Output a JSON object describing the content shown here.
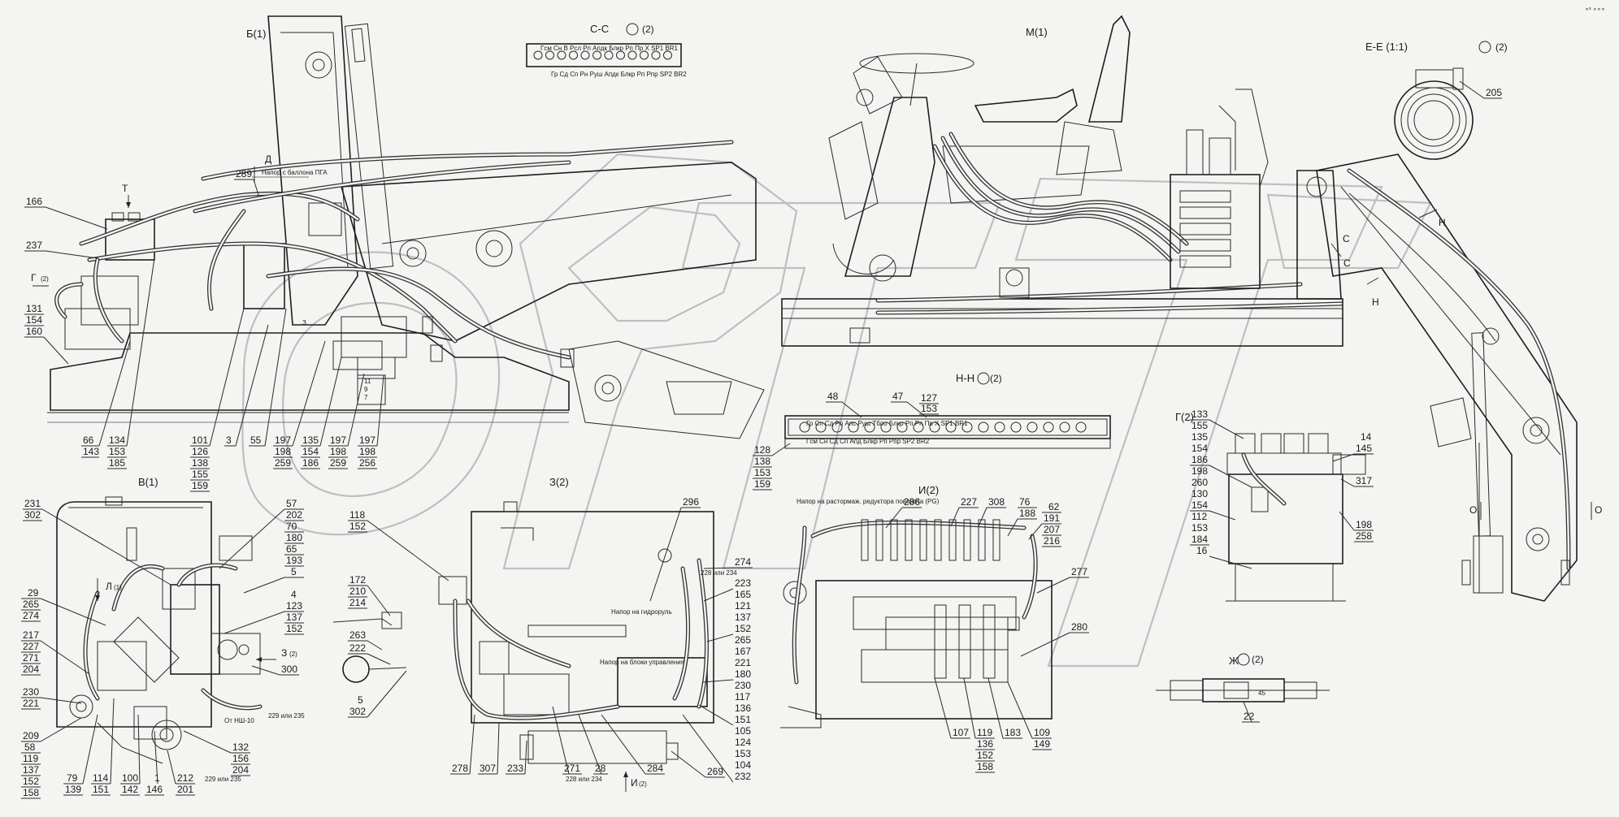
{
  "corner_mark": "∘ˣ ∘∘∘",
  "views": [
    {
      "id": "B",
      "title": "Б(1)"
    },
    {
      "id": "CC",
      "title": "С-С",
      "ref": "(2)"
    },
    {
      "id": "M",
      "title": "М(1)"
    },
    {
      "id": "EE",
      "title": "Е-Е (1:1)",
      "ref": "(2)"
    },
    {
      "id": "V",
      "title": "В(1)"
    },
    {
      "id": "Z",
      "title": "З(2)"
    },
    {
      "id": "NN",
      "title": "Н-Н",
      "ref": "(2)"
    },
    {
      "id": "I",
      "title": "И(2)"
    },
    {
      "id": "G",
      "title": "Г(2)"
    },
    {
      "id": "ZH",
      "title": "Ж",
      "ref": "(2)"
    }
  ],
  "annotations": {
    "from_pg": "Напор с баллона ПГА",
    "to_reducer": "Напор на растормаж. редуктора поворота (PG)",
    "to_hydrorul": "Напор на гидроруль",
    "to_control": "Напор на блоки управления",
    "from_nsh": "От НШ-10",
    "or_229_235_a": "229 или 235",
    "or_229_235_b": "229 или 235",
    "or_228_234_a": "228 или 234",
    "or_228_234_b": "228 или 234"
  },
  "marks": {
    "T": "Т",
    "G": "Г",
    "D": "Д",
    "Z": "З",
    "I": "И",
    "L": "Л",
    "ZH": "Ж",
    "N1": "Н",
    "N2": "Н",
    "S": "С",
    "O1": "О",
    "O2": "О",
    "E": "Е",
    "ref2": "(2)",
    "ref1": "(1)"
  },
  "bus_cc_top": "Гсм  Сн  В  Рсл  Рп  Апдк  Блкр  Рп  Пр  Х  SP1  BR1",
  "bus_cc_bottom": "Гр  Сд  Сп  Рн  Руш  Апдк  Блкр  Рп  Рпр  SP2  BR2",
  "bus_nn_top": "Гр  Сп  Сд  Рп  Апс  Руш  Тбло  Блкр  Рп  Рп  Пр  Х  SP1  BR1",
  "bus_nn_bottom": "Гсм  Сн  Сд  Сп  Апд  Блкр  Рп  Рпр  SP2  BR2",
  "view_g_val": "45",
  "callouts": {
    "c166": "166",
    "c237": "237",
    "c131": "131",
    "c154a": "154",
    "c160": "160",
    "c289": "289",
    "c66": "66",
    "c143": "143",
    "c134": "134",
    "c153a": "153",
    "c185": "185",
    "c101": "101",
    "c126": "126",
    "c138a": "138",
    "c155": "155",
    "c159a": "159",
    "c3": "3",
    "c55": "55",
    "c197a": "197",
    "c198a": "198",
    "c259a": "259",
    "c135": "135",
    "c154b": "154",
    "c186a": "186",
    "c197b": "197",
    "c198b": "198",
    "c259b": "259",
    "c197c": "197",
    "c198c": "198",
    "c256": "256",
    "c48": "48",
    "c47": "47",
    "c127": "127",
    "c153b": "153",
    "c128": "128",
    "c138b": "138",
    "c153c": "153",
    "c159b": "159",
    "c205": "205",
    "c231": "231",
    "c302a": "302",
    "c57": "57",
    "c202": "202",
    "c70": "70",
    "c180a": "180",
    "c65": "65",
    "c193": "193",
    "c5a": "5",
    "c29": "29",
    "c265a": "265",
    "c274a": "274",
    "c4": "4",
    "c123": "123",
    "c137a": "137",
    "c152a": "152",
    "c217": "217",
    "c227a": "227",
    "c271a": "271",
    "c204a": "204",
    "c230a": "230",
    "c221a": "221",
    "c300": "300",
    "c209": "209",
    "c58": "58",
    "c119a": "119",
    "c137b": "137",
    "c152b": "152",
    "c158a": "158",
    "c79": "79",
    "c139": "139",
    "c114": "114",
    "c151a": "151",
    "c100": "100",
    "c142": "142",
    "c1": "1",
    "c146": "146",
    "c212": "212",
    "c201": "201",
    "c132": "132",
    "c156": "156",
    "c204b": "204",
    "c118": "118",
    "c152c": "152",
    "c172": "172",
    "c210": "210",
    "c214": "214",
    "c263": "263",
    "c222": "222",
    "c5b": "5",
    "c302b": "302",
    "c296": "296",
    "c274b": "274",
    "c223": "223",
    "c165": "165",
    "c121": "121",
    "c137c": "137",
    "c152d": "152",
    "c265b": "265",
    "c167": "167",
    "c221b": "221",
    "c180b": "180",
    "c230b": "230",
    "c117": "117",
    "c136a": "136",
    "c151b": "151",
    "c105": "105",
    "c124": "124",
    "c153d": "153",
    "c104": "104",
    "c232": "232",
    "c278": "278",
    "c307": "307",
    "c233": "233",
    "c271b": "271",
    "c28": "28",
    "c284": "284",
    "c269": "269",
    "c286": "286",
    "c227b": "227",
    "c308": "308",
    "c76": "76",
    "c188": "188",
    "c62": "62",
    "c191": "191",
    "c207": "207",
    "c216": "216",
    "c277": "277",
    "c280": "280",
    "c107": "107",
    "c119b": "119",
    "c136b": "136",
    "c152e": "152",
    "c158b": "158",
    "c183": "183",
    "c109": "109",
    "c149": "149",
    "c133": "133",
    "c155b": "155",
    "c135b": "135",
    "c154c": "154",
    "c186b": "186",
    "c198d": "198",
    "c260": "260",
    "c130": "130",
    "c154d": "154",
    "c112": "112",
    "c153e": "153",
    "c184": "184",
    "c16": "16",
    "c14": "14",
    "c145": "145",
    "c317": "317",
    "c198e": "198",
    "c258": "258",
    "c22": "22"
  }
}
